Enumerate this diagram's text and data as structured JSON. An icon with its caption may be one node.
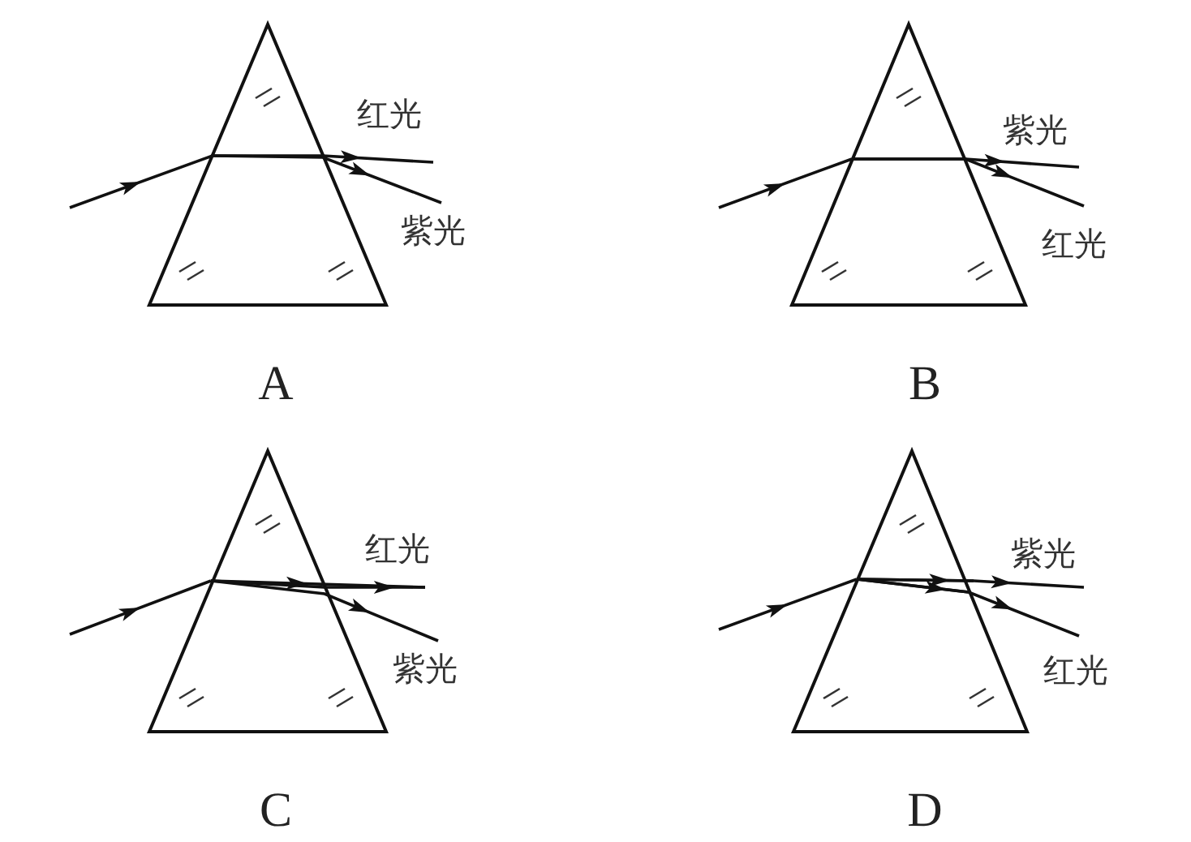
{
  "diagram": {
    "labels": [
      "红光",
      "紫光",
      "A",
      "紫光",
      "红光",
      "B",
      "红光",
      "紫光",
      "C",
      "紫光",
      "红光",
      "D"
    ]
  }
}
